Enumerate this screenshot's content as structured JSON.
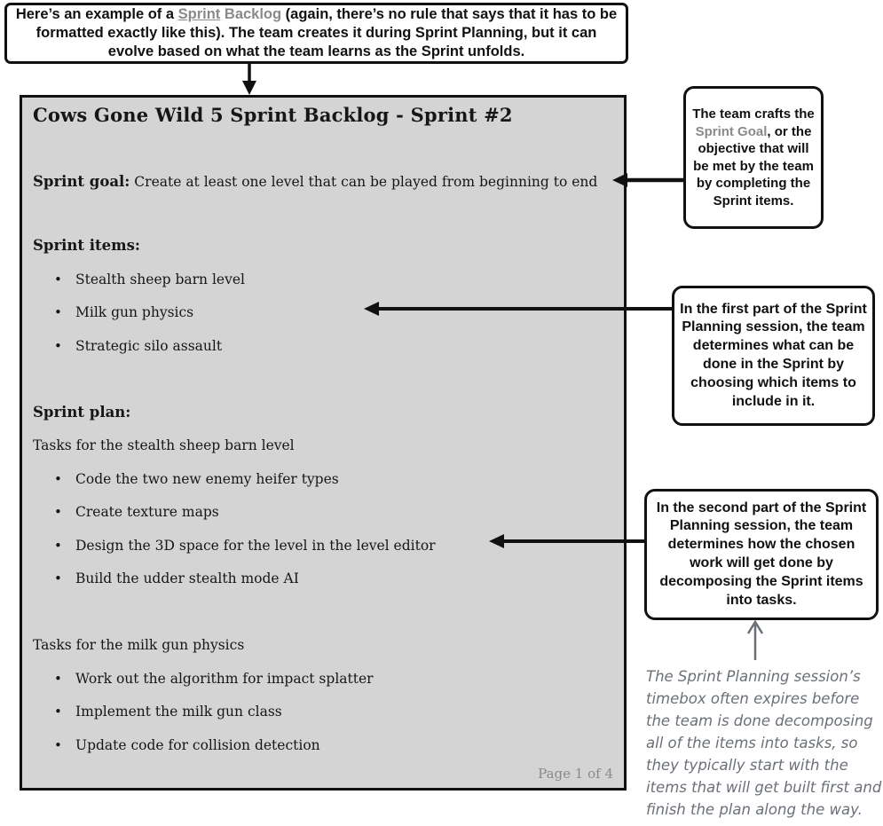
{
  "colors": {
    "page_background": "#ffffff",
    "document_background": "#d4d4d4",
    "border_black": "#111111",
    "gray_text": "#8a8a8a",
    "handwriting_gray": "#6b7078"
  },
  "intro_note": {
    "segments": [
      {
        "text": "Here’s an example of a ",
        "style": "normal"
      },
      {
        "text": "Sprint",
        "style": "gray-underline"
      },
      {
        "text": " Backlog",
        "style": "gray"
      },
      {
        "text": " (again, there’s no rule that says that it has to be formatted exactly like this). The team creates it during Sprint Planning, but it can evolve based on what the team learns as the Sprint unfolds.",
        "style": "normal"
      }
    ]
  },
  "document": {
    "title": "Cows Gone Wild 5 Sprint Backlog - Sprint #2",
    "goal_label": "Sprint goal:",
    "goal_text": " Create at least one level that can be played from beginning to end",
    "items_label": "Sprint items:",
    "items": [
      "Stealth sheep barn level",
      "Milk gun physics",
      "Strategic silo assault"
    ],
    "plan_label": "Sprint plan:",
    "plan_groups": [
      {
        "heading": "Tasks for the stealth sheep barn level",
        "tasks": [
          "Code the two new enemy heifer types",
          "Create texture maps",
          "Design the 3D space for the level in the level editor",
          "Build the udder stealth mode AI"
        ]
      },
      {
        "heading": "Tasks for the milk gun physics",
        "tasks": [
          "Work out the algorithm for impact splatter",
          "Implement the milk gun class",
          "Update code for collision detection"
        ]
      }
    ],
    "page_label": "Page 1 of 4",
    "bullet_glyph": "•"
  },
  "callouts": {
    "sprint_goal": {
      "segments": [
        {
          "text": "The team crafts the ",
          "style": "normal"
        },
        {
          "text": "Sprint Goal",
          "style": "gray"
        },
        {
          "text": ", or the objective that will be met by the team by completing the Sprint items.",
          "style": "normal"
        }
      ]
    },
    "first_part": "In the first part of the Sprint Planning session, the team determines what can be done in the Sprint by choosing which items to include in it.",
    "second_part": "In the second part of the Sprint Planning session, the team determines how the chosen work will get done by decomposing the Sprint items into tasks."
  },
  "handwritten_note": "The Sprint Planning session’s timebox often expires before the team is done decomposing all of the items into tasks, so they typically start with the items that will get built first and finish the plan along the way.",
  "icons": {
    "arrow_down": "intro-to-document-arrow",
    "arrow_goal": "callout-to-sprint-goal-arrow",
    "arrow_items": "callout-to-sprint-items-arrow",
    "arrow_tasks": "callout-to-tasks-arrow",
    "arrow_up": "note-to-callout-arrow"
  }
}
